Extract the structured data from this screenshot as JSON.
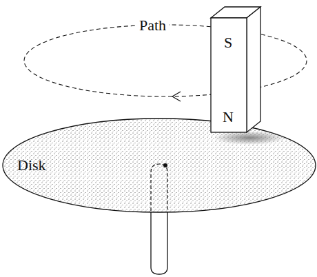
{
  "diagram": {
    "labels": [
      "Path",
      "S",
      "N",
      "Disk"
    ]
  }
}
